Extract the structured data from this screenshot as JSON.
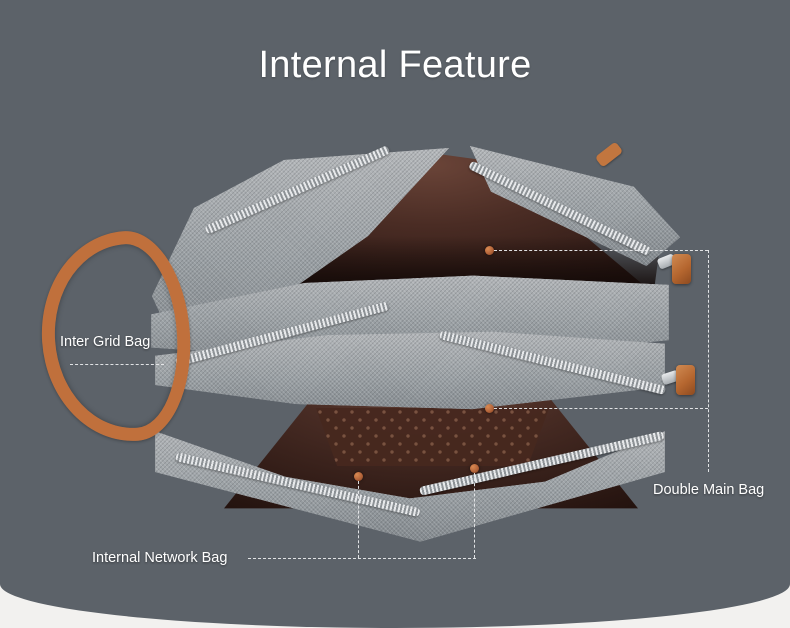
{
  "banner": {
    "title": "Internal Feature",
    "background_color": "#5c6269",
    "title_color": "#ffffff",
    "page_background": "#f2f1ef"
  },
  "product": {
    "name": "travel-toiletry-bag",
    "body_color": "#9b9ea2",
    "lining_color": "#4a2d25",
    "strap_color": "#c0703c",
    "zipper_color": "#b9bdc1"
  },
  "callouts": [
    {
      "id": "inter-grid-bag",
      "label": "Inter Grid Bag",
      "position": "left",
      "leader": "dashed-horizontal"
    },
    {
      "id": "double-main-bag",
      "label": "Double Main Bag",
      "position": "right",
      "leader": "dashed-bracket",
      "marker_count": 2
    },
    {
      "id": "internal-network-bag",
      "label": "Internal Network Bag",
      "position": "bottom",
      "leader": "dashed-bracket",
      "marker_count": 2
    }
  ],
  "markers": {
    "color": "#b5653a",
    "shape": "dot"
  },
  "leader_lines": {
    "color": "#e9eaec",
    "style": "dashed"
  }
}
